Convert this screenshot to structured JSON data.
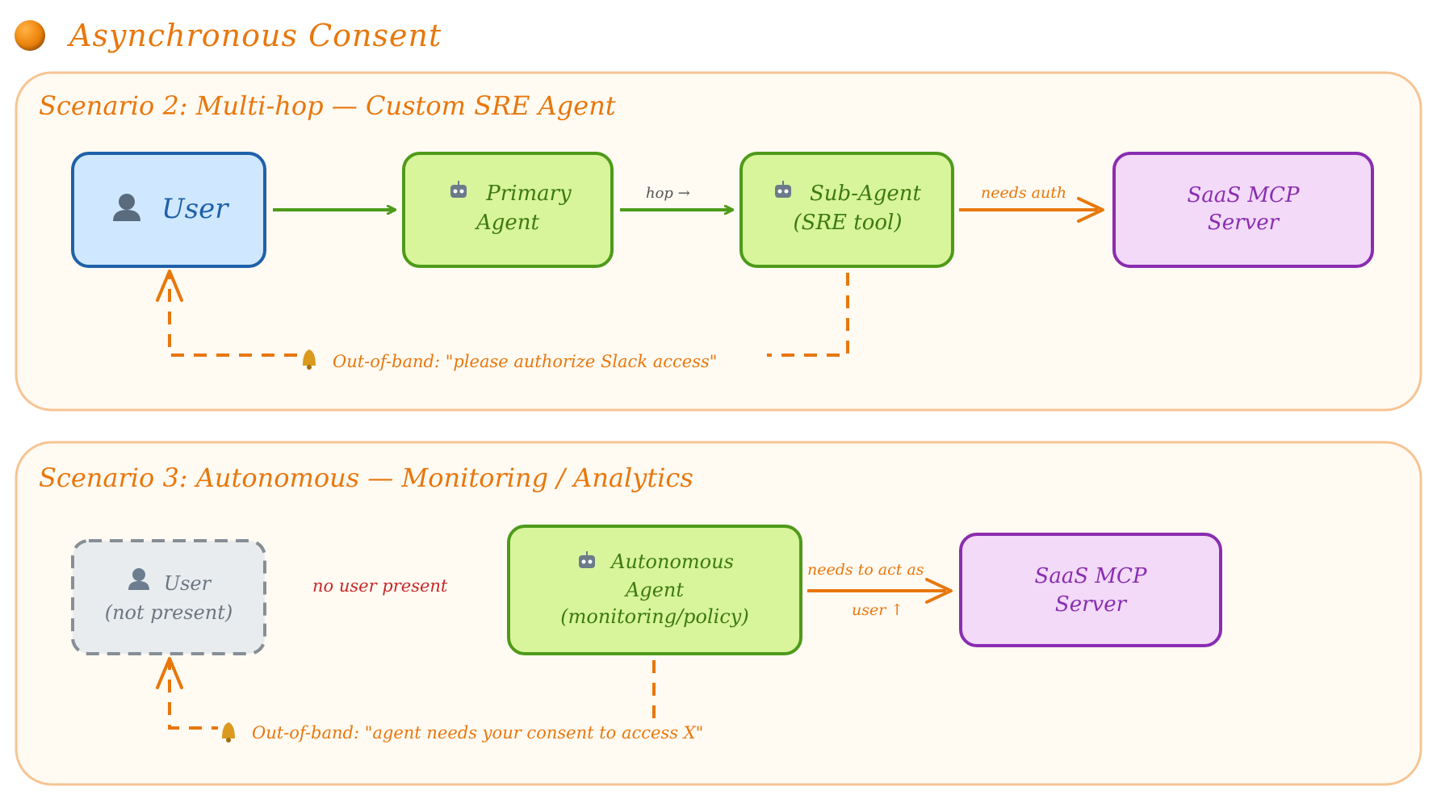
{
  "title": "Asynchronous Consent",
  "colors": {
    "orange": "#e8770c",
    "panel_fill": "#fffaf2",
    "panel_stroke": "#f6c493",
    "green_fill": "#d8f59b",
    "green_stroke": "#4e9a1a",
    "blue_fill": "#cfe8ff",
    "blue_stroke": "#1f61a8",
    "purple_fill": "#f2daf8",
    "purple_stroke": "#8a2db0",
    "gray_fill": "#e9ecef",
    "gray_stroke": "#868e96",
    "red_text": "#c62828"
  },
  "scenario2": {
    "heading": "Scenario 2: Multi-hop — Custom SRE Agent",
    "user": "User",
    "primary_agent": [
      "Primary",
      "Agent"
    ],
    "hop_label": "hop →",
    "sub_agent": [
      "Sub-Agent",
      "(SRE tool)"
    ],
    "needs_auth_label": "needs auth",
    "saas_server": [
      "SaaS MCP",
      "Server"
    ],
    "oob_message": "Out-of-band: \"please authorize Slack access\""
  },
  "scenario3": {
    "heading": "Scenario 3: Autonomous — Monitoring / Analytics",
    "user": [
      "User",
      "(not present)"
    ],
    "no_user_label": "no user present",
    "autonomous_agent": [
      "Autonomous",
      "Agent",
      "(monitoring/policy)"
    ],
    "act_label_line1": "needs to act as",
    "act_label_line2": "user ↑",
    "saas_server": [
      "SaaS MCP",
      "Server"
    ],
    "oob_message": "Out-of-band: \"agent needs your consent to access X\""
  }
}
